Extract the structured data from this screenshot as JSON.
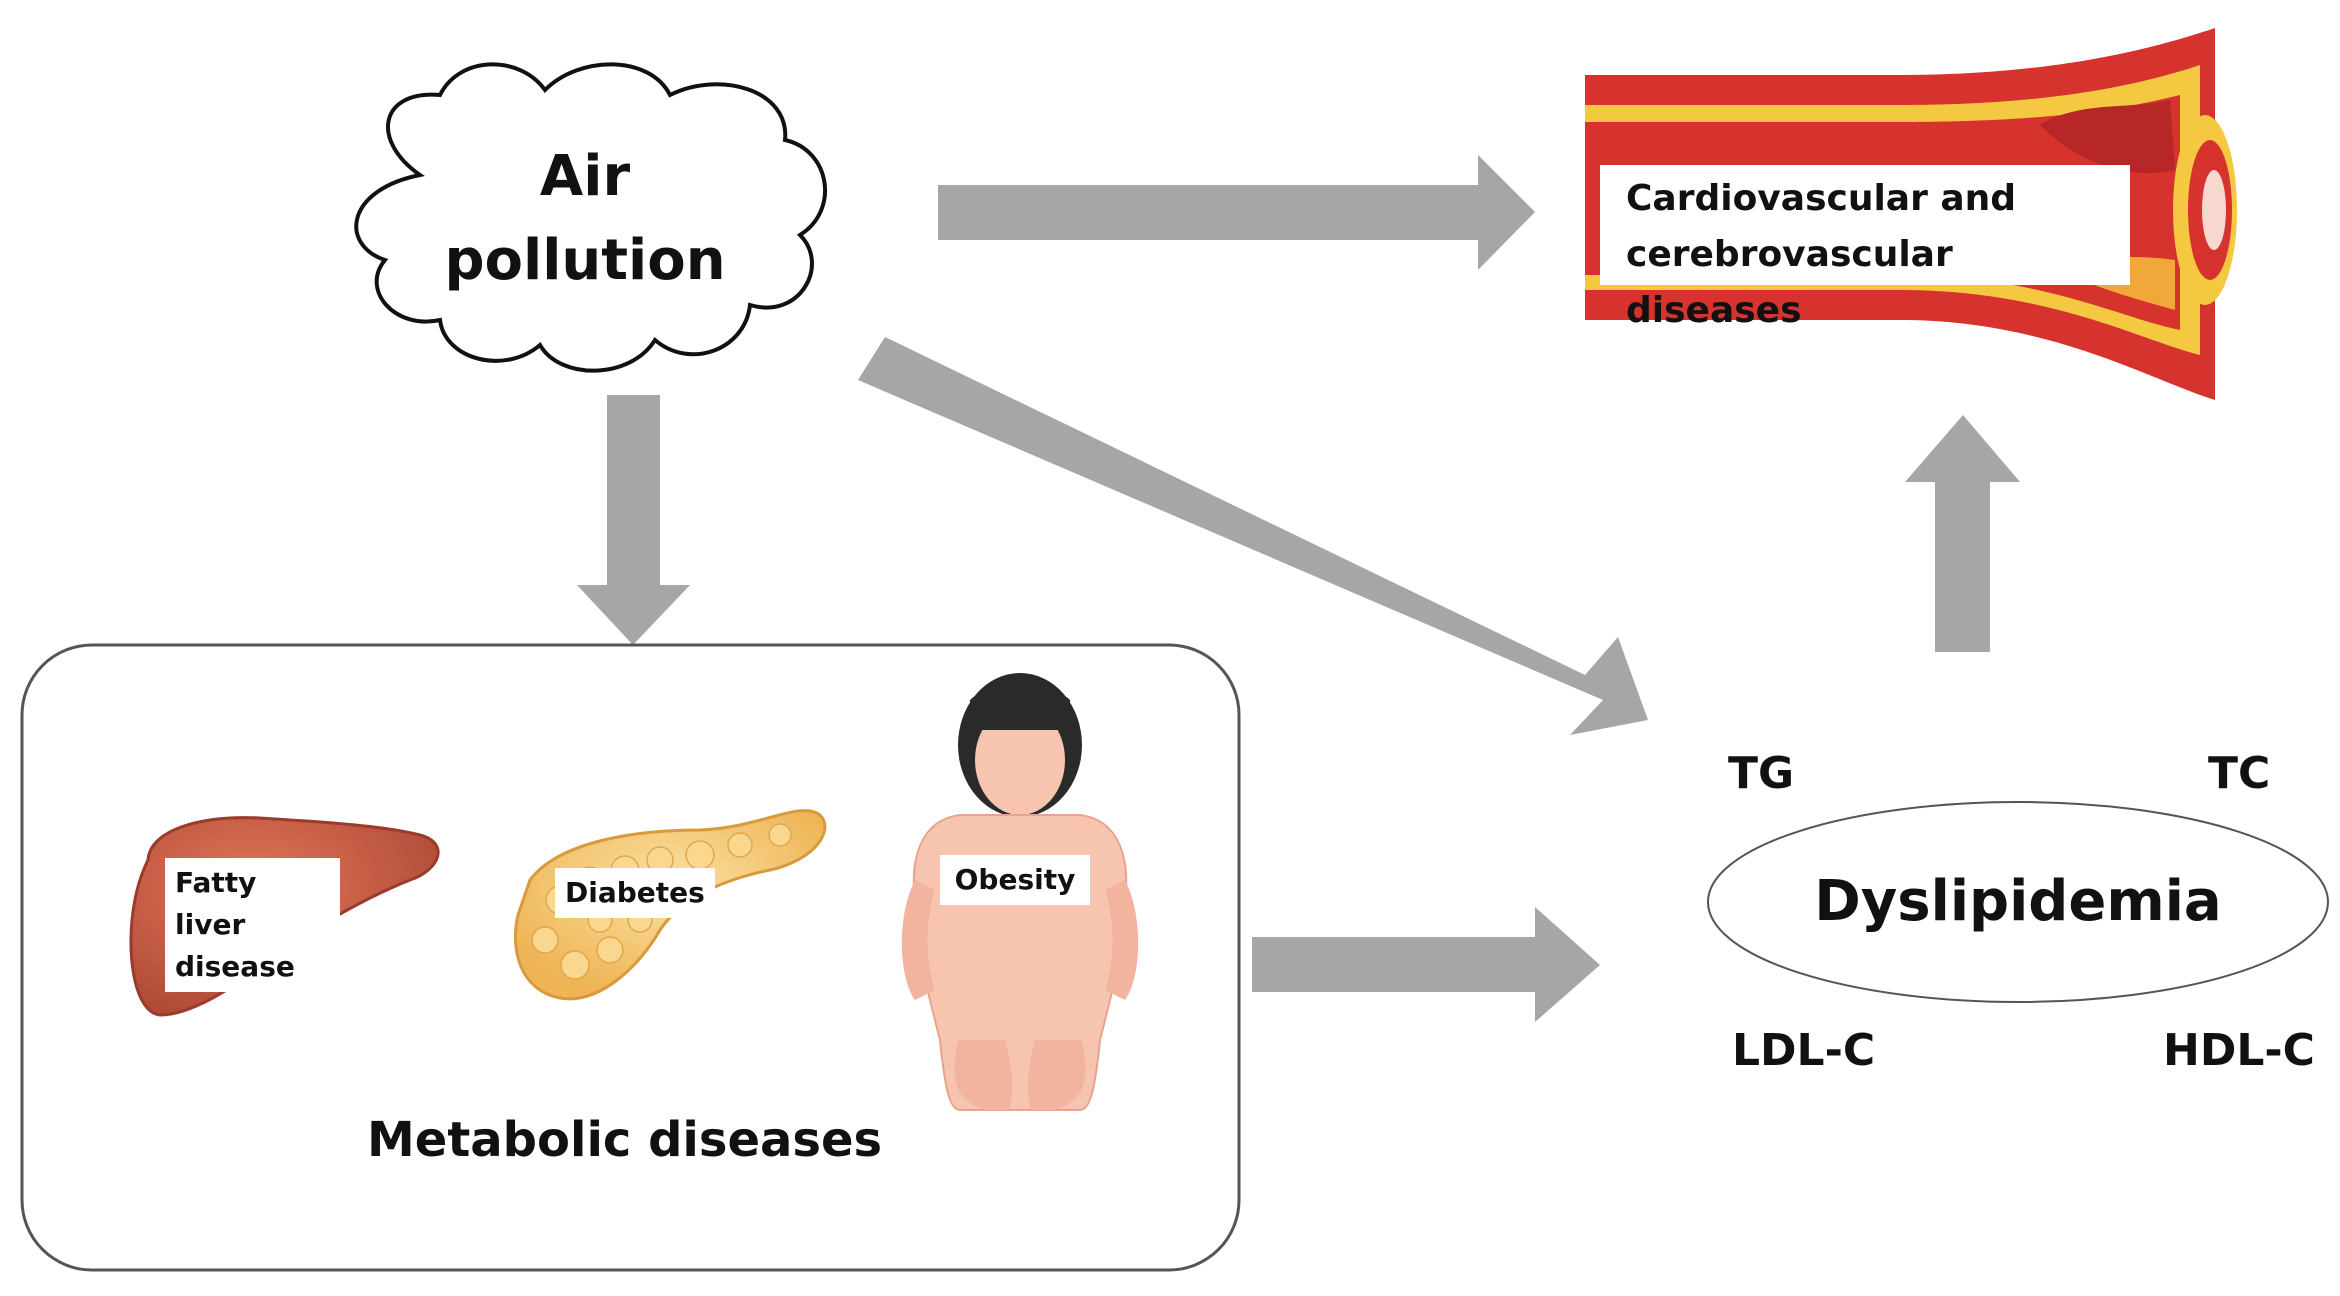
{
  "air_pollution": {
    "line1": "Air",
    "line2": "pollution"
  },
  "cardio": {
    "line1": "Cardiovascular and",
    "line2": "cerebrovascular diseases"
  },
  "metabolic": {
    "title": "Metabolic diseases",
    "fatty_liver": {
      "line1": "Fatty liver",
      "line2": "disease"
    },
    "diabetes": "Diabetes",
    "obesity": "Obesity"
  },
  "dyslipidemia": {
    "title": "Dyslipidemia",
    "tg": "TG",
    "tc": "TC",
    "ldl": "LDL-C",
    "hdl": "HDL-C"
  },
  "colors": {
    "arrow": "#a6a6a6",
    "vessel_outer": "#d6322e",
    "vessel_inner": "#f5c842",
    "plaque": "#b72727",
    "liver": "#c4533d",
    "pancreas": "#f3c470",
    "skin": "#f7c4b0",
    "hair": "#2a2a2a"
  }
}
